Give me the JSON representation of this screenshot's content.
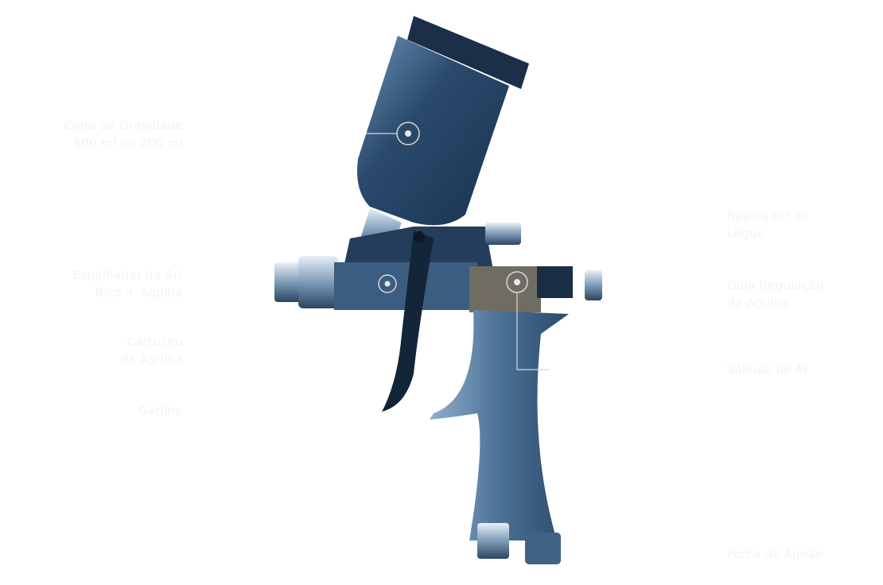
{
  "labels": {
    "cup": [
      "Copo de Gravidade",
      "600 ml ou 200 ml"
    ],
    "air_cap": [
      "Espalhador de Ar/",
      "Bico + Agulha"
    ],
    "needle_cartridge": [
      "Cartucho",
      "da Agulha"
    ],
    "trigger": [
      "Gatilho"
    ],
    "fan_regulator": [
      "Regulador do",
      "Leque"
    ],
    "needle_guide": [
      "Guia Regulação",
      "da Agulha"
    ],
    "air_valve": [
      "Válvula de Ar"
    ],
    "adjust_nut": [
      "Porca de Ajuste"
    ]
  },
  "colors": {
    "body": "#4a6f93",
    "dark": "#1d3550",
    "label": "#f3f3f3",
    "hotspot": "#d8d8d8"
  }
}
